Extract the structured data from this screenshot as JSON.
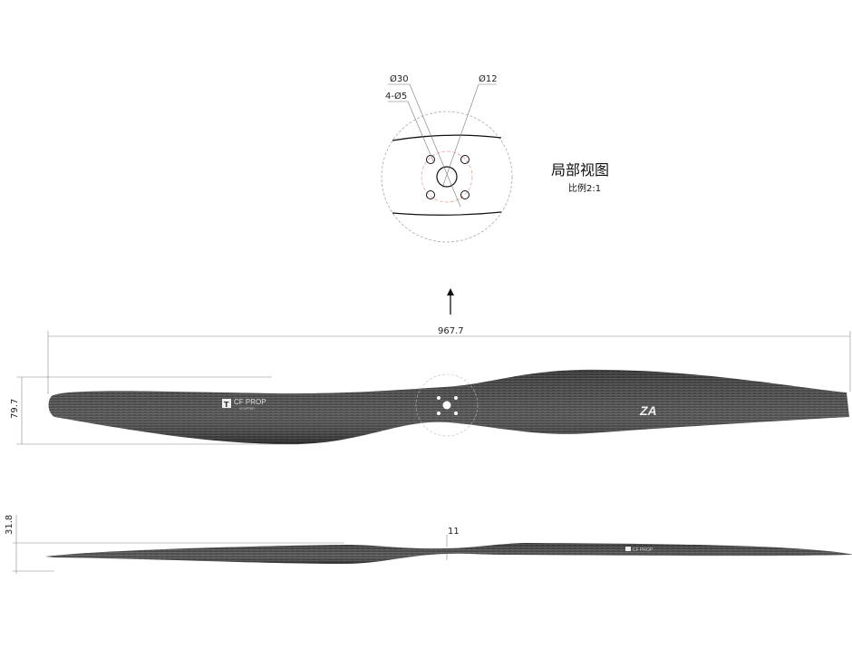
{
  "detail_view": {
    "title": "局部视图",
    "scale": "比例2:1",
    "callouts": {
      "outer_diameter": "Ø30",
      "bolt_holes": "4-Ø5",
      "center_bore": "Ø12"
    }
  },
  "dimensions": {
    "length": "967.7",
    "width": "79.7",
    "side_height": "31.8",
    "hub_thickness": "11"
  },
  "branding": {
    "logo_text": "CF PROP",
    "logo_sub": "VCOPTER",
    "mark": "ZA"
  },
  "colors": {
    "carbon": "#3a3a3a",
    "dim_line": "#888888",
    "center_circle": "#e89a9a"
  }
}
